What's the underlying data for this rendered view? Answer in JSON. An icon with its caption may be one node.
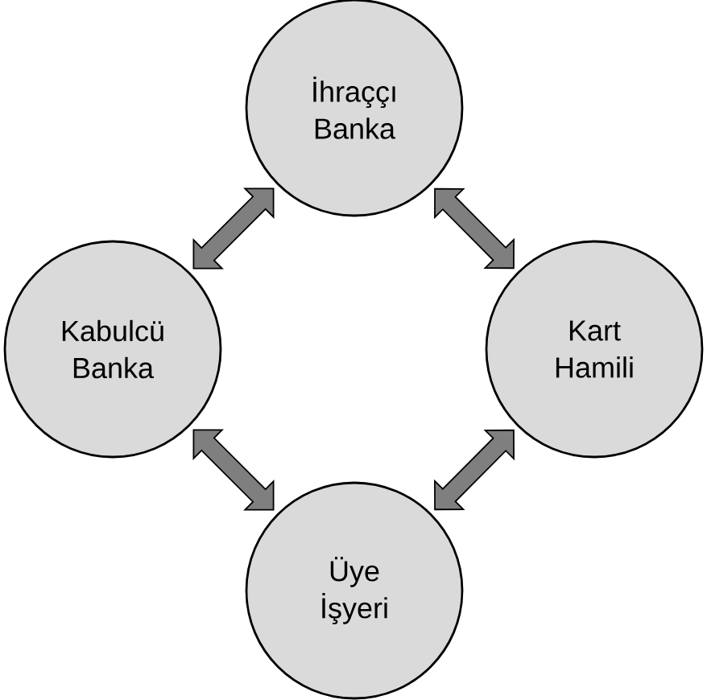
{
  "diagram": {
    "nodes": [
      {
        "text": [
          "İhraççı Banka"
        ]
      },
      {
        "text": [
          "Kabulcü Banka"
        ]
      },
      {
        "text": [
          "Kart Hamili"
        ]
      },
      {
        "text": [
          "Üye İşyeri"
        ]
      }
    ],
    "edges": [
      {
        "from": 0,
        "to": 1,
        "arrow": "both"
      },
      {
        "from": 0,
        "to": 2,
        "arrow": "both"
      },
      {
        "from": 1,
        "to": 3,
        "arrow": "both"
      },
      {
        "from": 2,
        "to": 3,
        "arrow": "both"
      }
    ]
  }
}
